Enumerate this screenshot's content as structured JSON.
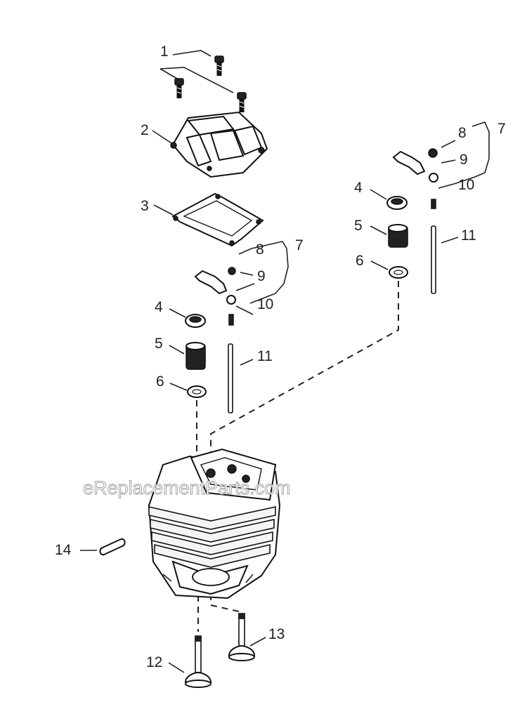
{
  "watermark": "eReplacementParts.com",
  "callouts": {
    "c1": "1",
    "c2": "2",
    "c3": "3",
    "c4a": "4",
    "c5a": "5",
    "c6a": "6",
    "c7a": "7",
    "c8a": "8",
    "c9a": "9",
    "c10a": "10",
    "c11a": "11",
    "c4b": "4",
    "c5b": "5",
    "c6b": "6",
    "c7b": "7",
    "c8b": "8",
    "c9b": "9",
    "c10b": "10",
    "c11b": "11",
    "c12": "12",
    "c13": "13",
    "c14": "14"
  }
}
